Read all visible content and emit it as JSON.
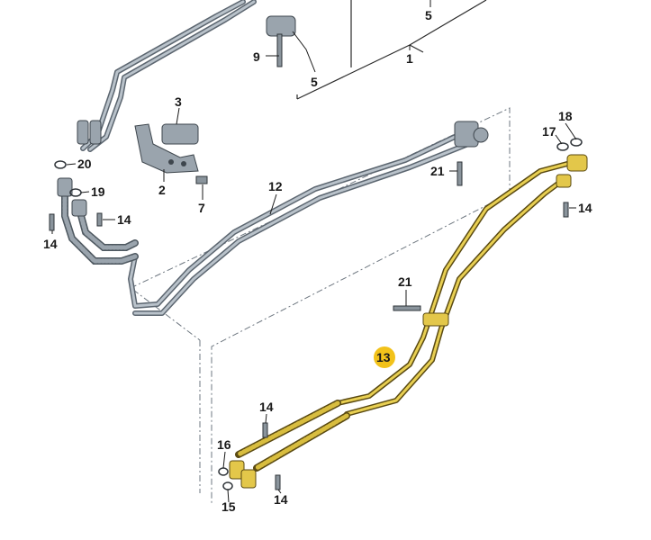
{
  "callouts": [
    {
      "id": "label-5-top",
      "text": "5"
    },
    {
      "id": "label-1",
      "text": "1"
    },
    {
      "id": "label-9",
      "text": "9"
    },
    {
      "id": "label-5-mid",
      "text": "5"
    },
    {
      "id": "label-3",
      "text": "3"
    },
    {
      "id": "label-2",
      "text": "2"
    },
    {
      "id": "label-7",
      "text": "7"
    },
    {
      "id": "label-20",
      "text": "20"
    },
    {
      "id": "label-19",
      "text": "19"
    },
    {
      "id": "label-14-a",
      "text": "14"
    },
    {
      "id": "label-14-b",
      "text": "14"
    },
    {
      "id": "label-12",
      "text": "12"
    },
    {
      "id": "label-21-top",
      "text": "21"
    },
    {
      "id": "label-18",
      "text": "18"
    },
    {
      "id": "label-17",
      "text": "17"
    },
    {
      "id": "label-14-c",
      "text": "14"
    },
    {
      "id": "label-21-mid",
      "text": "21"
    },
    {
      "id": "label-13",
      "text": "13"
    },
    {
      "id": "label-14-d",
      "text": "14"
    },
    {
      "id": "label-16",
      "text": "16"
    },
    {
      "id": "label-15",
      "text": "15"
    },
    {
      "id": "label-14-e",
      "text": "14"
    }
  ],
  "colors": {
    "highlight_badge": "#f2c21a",
    "highlight_pipe": "#e8cf52",
    "gray_pipe": "#b9c2ca",
    "outline": "#1a1a1a"
  }
}
